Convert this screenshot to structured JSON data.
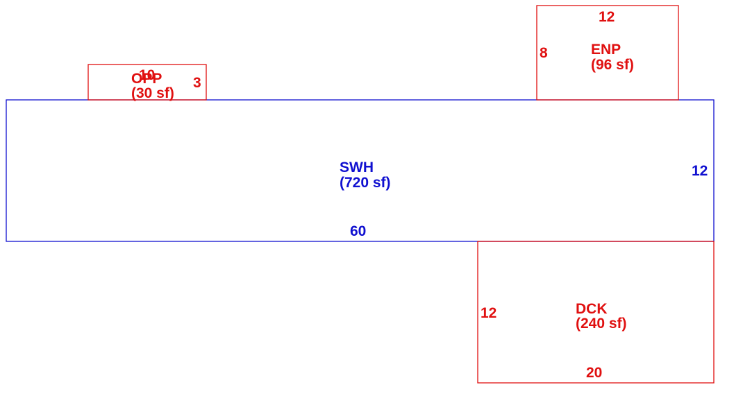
{
  "colors": {
    "living": "#1010d0",
    "other": "#e01010",
    "background": "#ffffff"
  },
  "areas": [
    {
      "code": "SWH",
      "area": "(720 sf)",
      "color": "living",
      "dims": [
        "60",
        "12"
      ]
    },
    {
      "code": "OPP",
      "area": "(30 sf)",
      "color": "other",
      "dims": [
        "10",
        "3"
      ]
    },
    {
      "code": "ENP",
      "area": "(96 sf)",
      "color": "other",
      "dims": [
        "12",
        "8"
      ]
    },
    {
      "code": "DCK",
      "area": "(240 sf)",
      "color": "other",
      "dims": [
        "12",
        "20"
      ]
    }
  ]
}
